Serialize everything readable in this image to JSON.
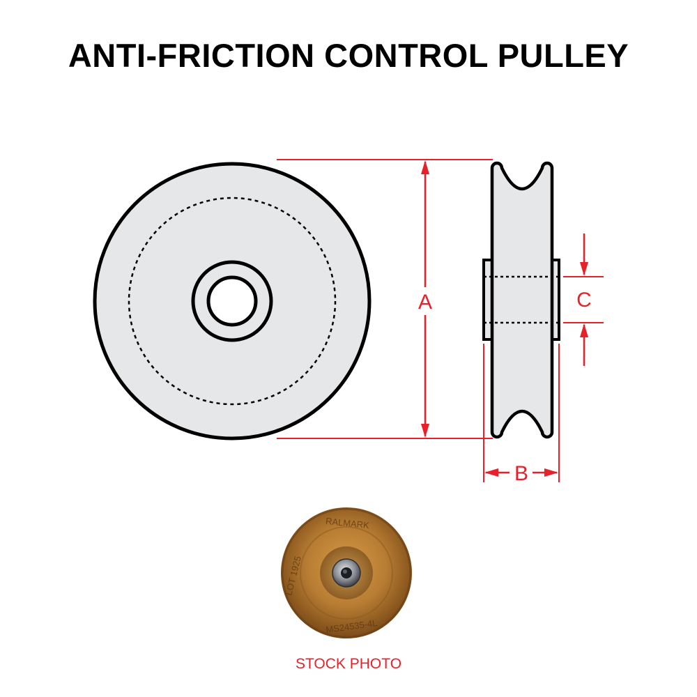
{
  "title": "ANTI-FRICTION CONTROL PULLEY",
  "dimensions": {
    "a": "A",
    "b": "B",
    "c": "C"
  },
  "stock_photo": {
    "caption": "STOCK PHOTO",
    "markings": {
      "top": "RALMARK",
      "left": "LOT 1925",
      "bottom": "MS24535-4L"
    }
  },
  "colors": {
    "dimension": "#e8202a",
    "outline": "#000000",
    "fill": "#e6e7e8",
    "photo_wood": "#b07a30"
  }
}
